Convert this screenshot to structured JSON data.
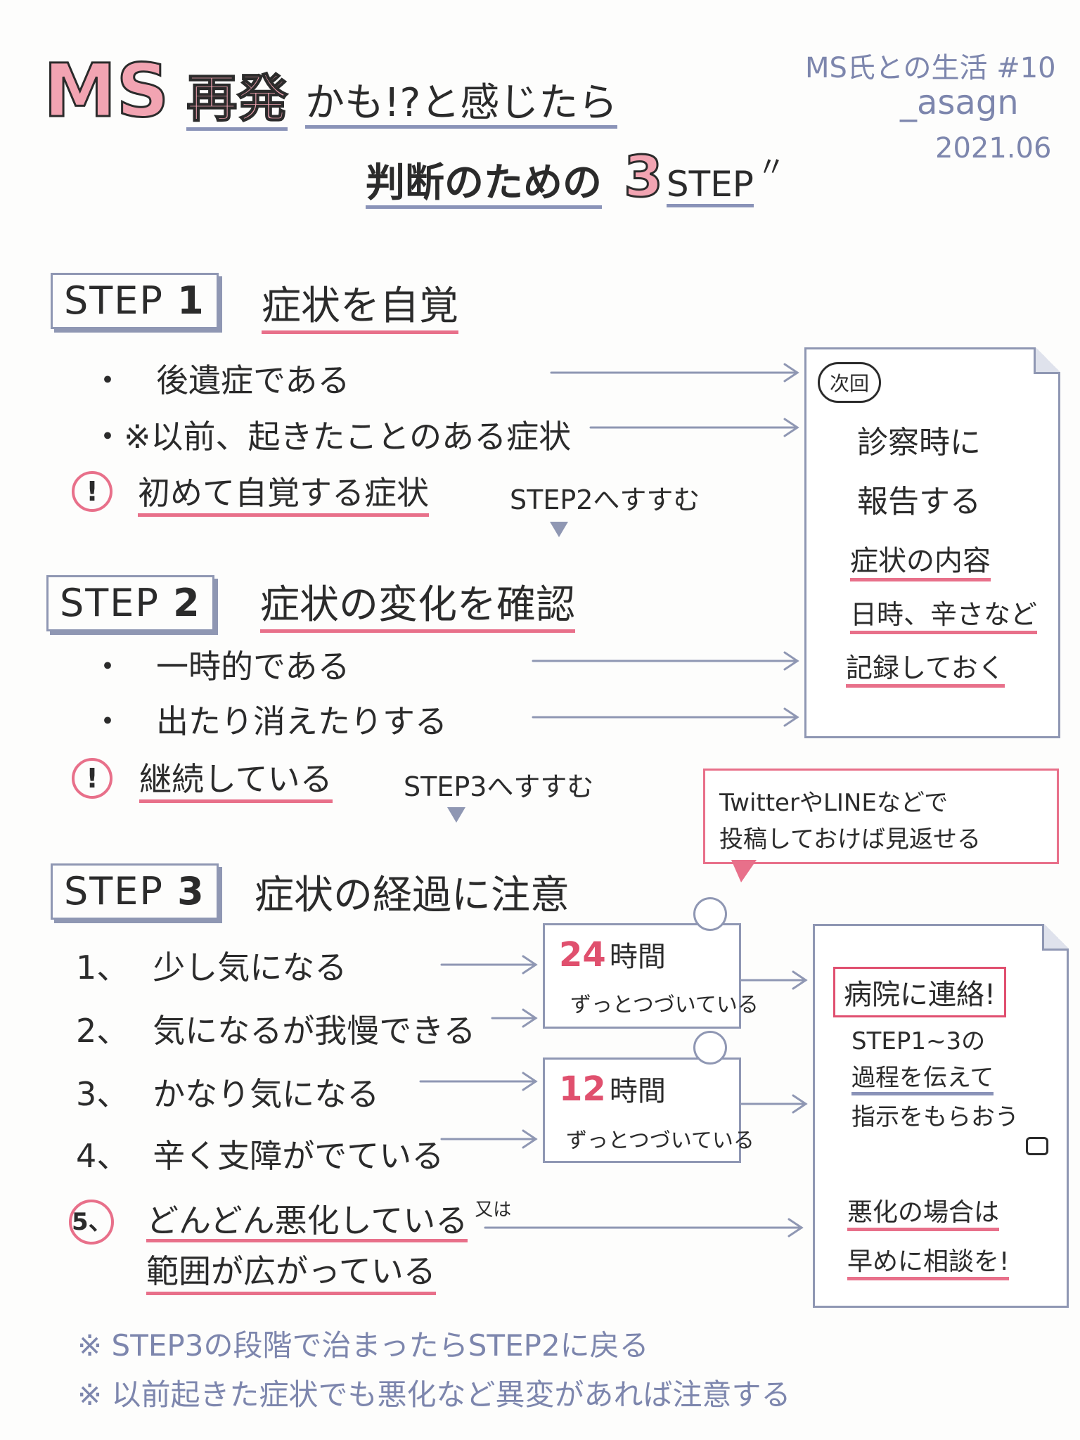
{
  "title": {
    "ms": "MS",
    "saihatsu": "再発",
    "rest": "かも!?と感じたら",
    "sub1": "判断のための",
    "sub_num": "3",
    "sub2": "STEP"
  },
  "meta": {
    "series": "MS氏との生活 #10",
    "author": "_asagn",
    "date": "2021.06"
  },
  "step1": {
    "label": "STEP",
    "num": "1",
    "heading": "症状を自覚",
    "items": [
      "後遺症である",
      "※以前、起きたことのある症状"
    ],
    "alert": "初めて自覚する症状",
    "next": "STEP2へすすむ"
  },
  "step2": {
    "label": "STEP",
    "num": "2",
    "heading": "症状の変化を確認",
    "items": [
      "一時的である",
      "出たり消えたりする"
    ],
    "alert": "継続している",
    "next": "STEP3へすすむ"
  },
  "step3": {
    "label": "STEP",
    "num": "3",
    "heading": "症状の経過に注意",
    "items": [
      {
        "n": "1、",
        "text": "少し気になる"
      },
      {
        "n": "2、",
        "text": "気になるが我慢できる"
      },
      {
        "n": "3、",
        "text": "かなり気になる"
      },
      {
        "n": "4、",
        "text": "辛く支障がでている"
      },
      {
        "n": "5、",
        "text": "どんどん悪化している",
        "small": "又は",
        "text2": "範囲が広がっている"
      }
    ]
  },
  "timers": [
    {
      "hours": "24",
      "unit": "時間",
      "desc": "ずっとつづいている"
    },
    {
      "hours": "12",
      "unit": "時間",
      "desc": "ずっとつづいている"
    }
  ],
  "note1": {
    "badge": "次回",
    "lines": [
      "診察時に",
      "報告する",
      "症状の内容",
      "日時、辛さなど",
      "記録しておく"
    ]
  },
  "bubble": {
    "line1": "TwitterやLINEなどで",
    "line2": "投稿しておけば見返せる"
  },
  "note2": {
    "heading": "病院に連絡!",
    "lines": [
      "STEP1~3の",
      "過程を伝えて",
      "指示をもらおう"
    ],
    "lines2": [
      "悪化の場合は",
      "早めに相談を!"
    ]
  },
  "footer": [
    "※ STEP3の段階で治まったらSTEP2に戻る",
    "※ 以前起きた症状でも悪化など異変があれば注意する"
  ],
  "colors": {
    "pink": "#e8708a",
    "blue": "#8f97b3",
    "text": "#2b2b2b"
  }
}
